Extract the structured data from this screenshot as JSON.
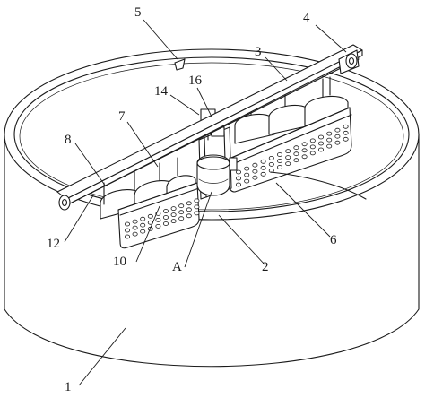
{
  "labels": {
    "l1": "1",
    "l2": "2",
    "l3": "3",
    "l4": "4",
    "l5": "5",
    "l6": "6",
    "l7": "7",
    "l8": "8",
    "l10": "10",
    "l12": "12",
    "l14": "14",
    "l16": "16",
    "lA": "A"
  }
}
